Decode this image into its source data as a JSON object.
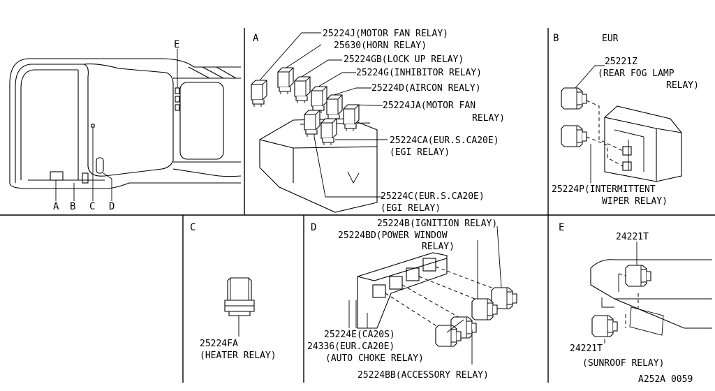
{
  "panel_car": {
    "labels": {
      "a": "A",
      "b": "B",
      "c": "C",
      "d": "D",
      "e": "E"
    }
  },
  "panel_a": {
    "section": "A",
    "callouts": [
      "25224J(MOTOR FAN RELAY)",
      "25630(HORN RELAY)",
      "25224GB(LOCK UP RELAY)",
      "25224G(INHIBITOR RELAY)",
      "25224D(AIRCON REALY)",
      "25224JA(MOTOR FAN",
      "RELAY)",
      "25224CA(EUR.S.CA20E)",
      "(EGI RELAY)",
      "25224C(EUR.S.CA20E)",
      "(EGI RELAY)"
    ]
  },
  "panel_b": {
    "section": "B",
    "region": "EUR",
    "callouts": [
      "25221Z",
      "(REAR FOG LAMP",
      "RELAY)",
      "25224P(INTERMITTENT",
      "WIPER RELAY)"
    ]
  },
  "panel_c": {
    "section": "C",
    "callouts": [
      "25224FA",
      "(HEATER RELAY)"
    ]
  },
  "panel_d": {
    "section": "D",
    "callouts": [
      "25224B(IGNITION RELAY)",
      "25224BD(POWER WINDOW",
      "RELAY)",
      "25224E(CA20S)",
      "24336(EUR.CA20E)",
      "(AUTO CHOKE RELAY)",
      "25224BB(ACCESSORY RELAY)"
    ]
  },
  "panel_e": {
    "section": "E",
    "callouts": [
      "24221T",
      "24221T",
      "(SUNROOF RELAY)"
    ]
  },
  "footer": {
    "code": "A252A 0059"
  }
}
